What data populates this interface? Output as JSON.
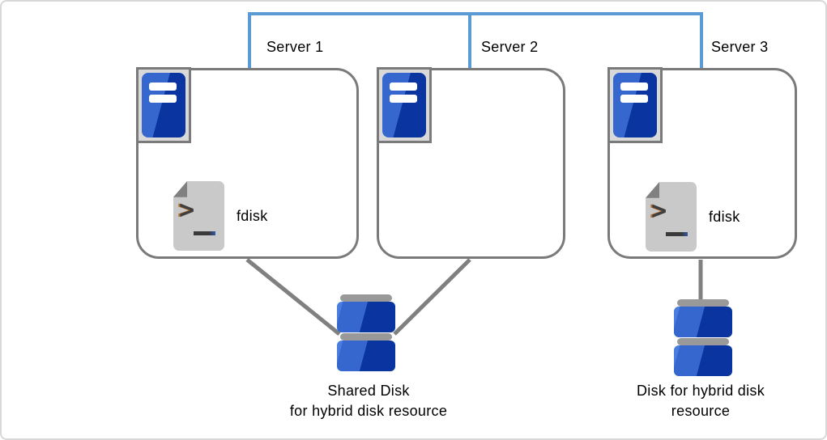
{
  "theme": {
    "colors": {
      "accent-blue": "#5B9BD5",
      "line-gray": "#808080",
      "box-border": "#7A7A7A",
      "panel-gray": "#D9D9D9",
      "tower-light": "#3667CF",
      "tower-dark": "#0A35A0",
      "cap-gray": "#999999",
      "doc-gray": "#C9C9C9",
      "fold-gray": "#808080",
      "frame-gray": "#D8D8D8",
      "ink": "#000000"
    }
  },
  "servers": [
    {
      "label": "Server 1",
      "tool": "fdisk"
    },
    {
      "label": "Server 2"
    },
    {
      "label": "Server 3",
      "tool": "fdisk"
    }
  ],
  "disks": [
    {
      "name": "shared-disk",
      "label_lines": [
        "Shared Disk",
        "for hybrid disk resource"
      ],
      "connected_servers": [
        "Server 1",
        "Server 2"
      ]
    },
    {
      "name": "hybrid-disk",
      "label_lines": [
        "Disk for hybrid disk",
        "resource"
      ],
      "connected_servers": [
        "Server 3"
      ]
    }
  ],
  "icons": {
    "server": "server-tower-icon (blue tower with two white slots)",
    "tool": "terminal-script-icon (gray page, folded corner, > _ prompt)",
    "disk": "disk-stack-icon (two blue drums with gray caps)",
    "interconnect": "network-link-line (blue bracket joining all servers)"
  }
}
